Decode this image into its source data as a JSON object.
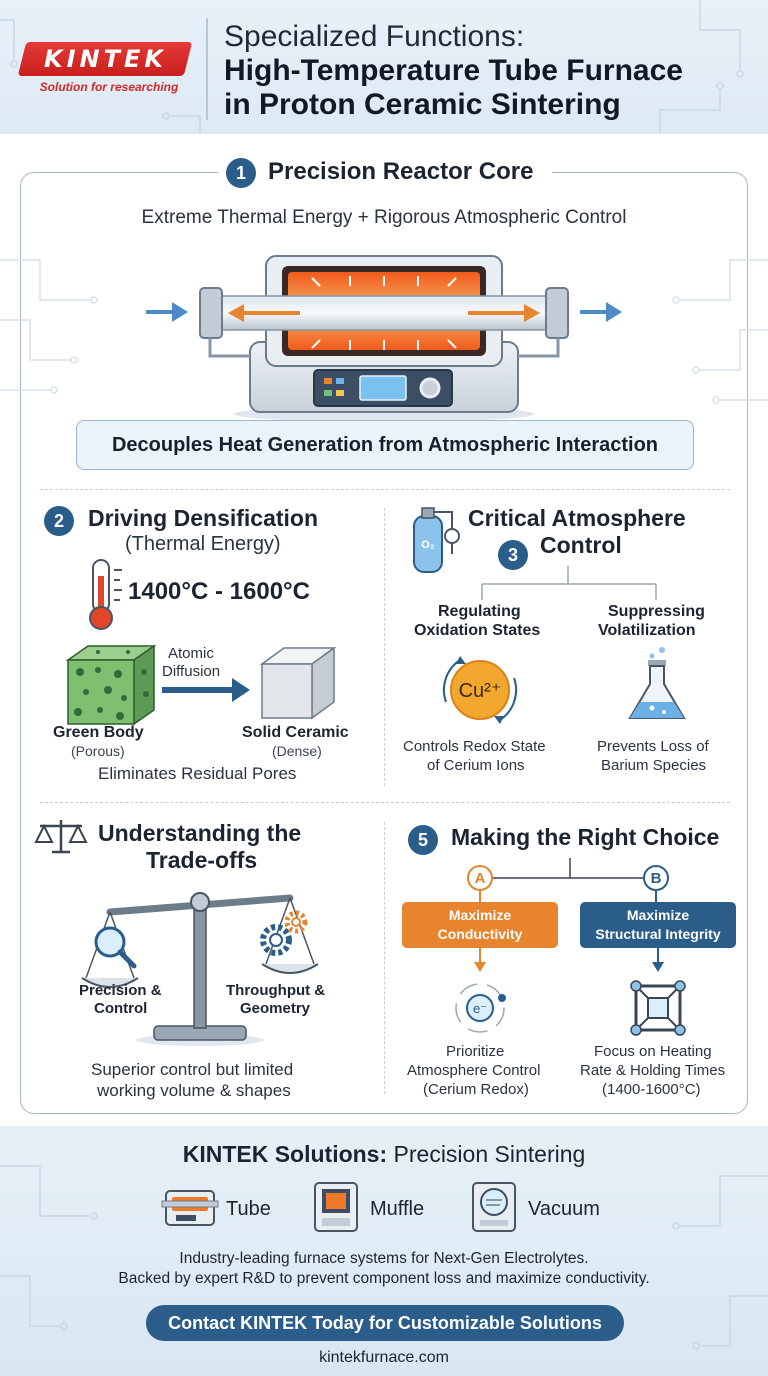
{
  "brand": {
    "logo_text": "KINTEK",
    "tagline": "Solution for researching",
    "red": "#d12a27",
    "blue": "#2a5d8a",
    "orange": "#e8832e"
  },
  "header": {
    "title_line1": "Specialized Functions:",
    "title_line2": "High-Temperature Tube Furnace",
    "title_line3": "in Proton Ceramic Sintering"
  },
  "section1": {
    "number": "1",
    "title": "Precision Reactor Core",
    "subtitle": "Extreme Thermal Energy + Rigorous Atmospheric Control",
    "callout": "Decouples Heat Generation from Atmospheric Interaction"
  },
  "section2": {
    "number": "2",
    "title": "Driving Densification",
    "subtitle": "(Thermal Energy)",
    "temperature": "1400°C - 1600°C",
    "diffusion_line1": "Atomic",
    "diffusion_line2": "Diffusion",
    "green_body": "Green Body",
    "green_body_note": "(Porous)",
    "solid_ceramic": "Solid Ceramic",
    "solid_ceramic_note": "(Dense)",
    "caption": "Eliminates Residual Pores"
  },
  "section3": {
    "number": "3",
    "title_line1": "Critical Atmosphere",
    "title_line2": "Control",
    "cylinder_label": "O₂",
    "left_heading_1": "Regulating",
    "left_heading_2": "Oxidation States",
    "ion_label": "Cu²⁺",
    "left_caption_1": "Controls Redox State",
    "left_caption_2": "of Cerium Ions",
    "right_heading_1": "Suppressing",
    "right_heading_2": "Volatilization",
    "right_caption_1": "Prevents Loss of",
    "right_caption_2": "Barium Species"
  },
  "section4": {
    "title_line1": "Understanding the",
    "title_line2": "Trade-offs",
    "left_1": "Precision &",
    "left_2": "Control",
    "right_1": "Throughput &",
    "right_2": "Geometry",
    "caption_1": "Superior control but limited",
    "caption_2": "working volume & shapes"
  },
  "section5": {
    "number": "5",
    "title": "Making the Right Choice",
    "option_a": {
      "letter": "A",
      "label_1": "Maximize",
      "label_2": "Conductivity",
      "icon_label": "e⁻",
      "caption_1": "Prioritize",
      "caption_2": "Atmosphere Control",
      "caption_3": "(Cerium Redox)"
    },
    "option_b": {
      "letter": "B",
      "label_1": "Maximize",
      "label_2": "Structural Integrity",
      "caption_1": "Focus on Heating",
      "caption_2": "Rate & Holding Times",
      "caption_3": "(1400-1600°C)"
    }
  },
  "footer": {
    "title_bold": "KINTEK Solutions:",
    "title_rest": " Precision Sintering",
    "products": [
      "Tube",
      "Muffle",
      "Vacuum"
    ],
    "desc_1": "Industry-leading furnace systems for Next-Gen Electrolytes.",
    "desc_2": "Backed by expert R&D to prevent component loss and maximize conductivity.",
    "cta": "Contact KINTEK Today for Customizable Solutions",
    "url": "kintekfurnace.com"
  }
}
